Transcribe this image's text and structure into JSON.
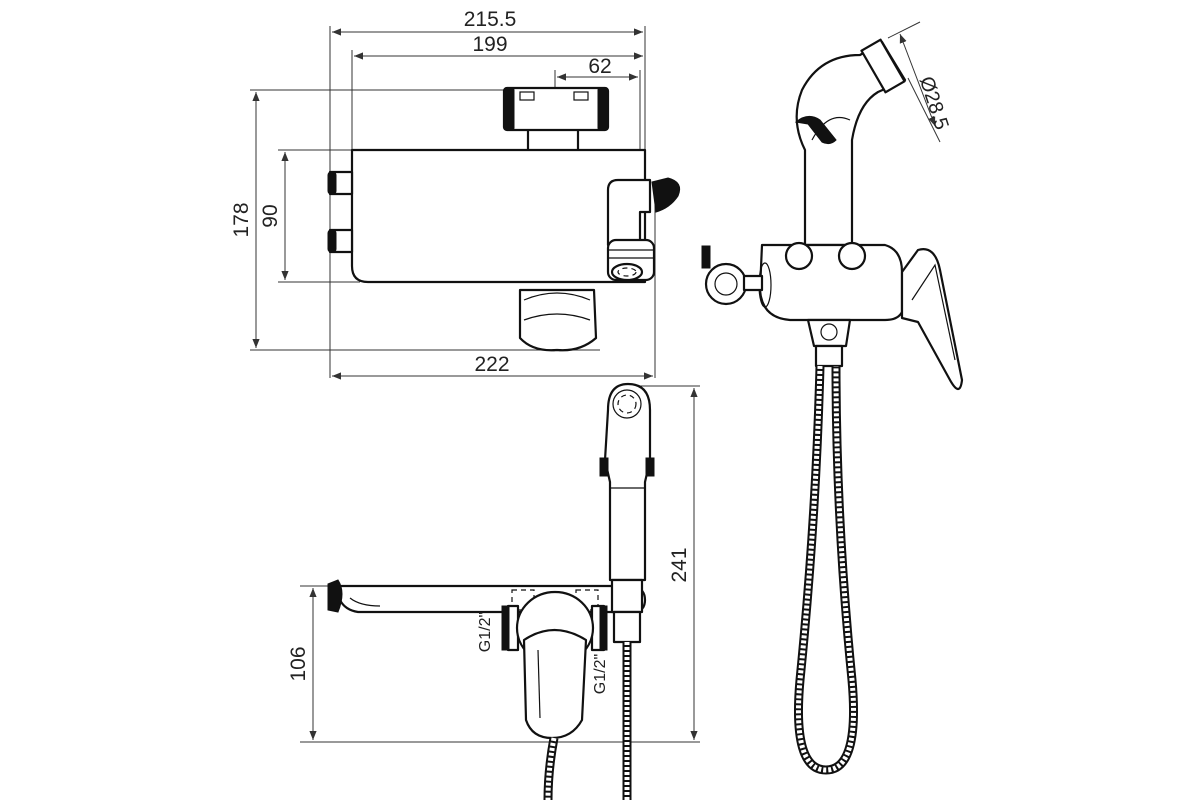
{
  "dimensions": {
    "width_total": "215.5",
    "width_body": "199",
    "width_lever": "62",
    "height_total": "178",
    "height_inlets": "90",
    "width_spout": "222",
    "diameter_head": "Ø28.5",
    "height_unit": "106",
    "height_overall": "241",
    "thread_left": "G1/2\"",
    "thread_right": "G1/2\""
  }
}
